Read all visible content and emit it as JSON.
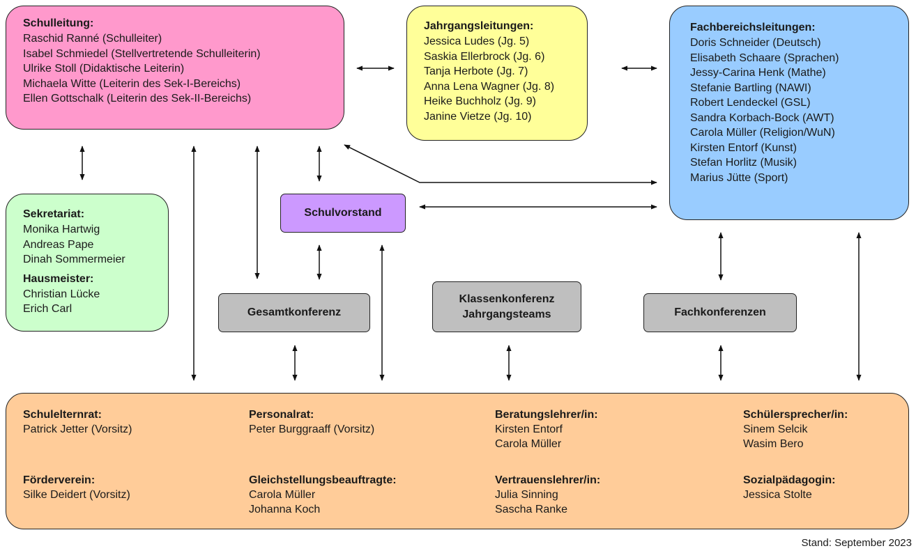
{
  "schulleitung": {
    "title": "Schulleitung:",
    "members": [
      "Raschid Ranné (Schulleiter)",
      "Isabel Schmiedel (Stellvertretende Schulleiterin)",
      "Ulrike Stoll (Didaktische Leiterin)",
      "Michaela Witte (Leiterin des Sek-I-Bereichs)",
      "Ellen Gottschalk (Leiterin des Sek-II-Bereichs)"
    ]
  },
  "jahrgangsleitungen": {
    "title": "Jahrgangsleitungen:",
    "members": [
      "Jessica Ludes (Jg. 5)",
      "Saskia Ellerbrock (Jg. 6)",
      "Tanja Herbote (Jg. 7)",
      "Anna Lena Wagner (Jg. 8)",
      "Heike Buchholz (Jg. 9)",
      "Janine Vietze (Jg. 10)"
    ]
  },
  "fachbereichsleitungen": {
    "title": "Fachbereichsleitungen:",
    "members": [
      "Doris Schneider (Deutsch)",
      "Elisabeth Schaare (Sprachen)",
      "Jessy-Carina Henk (Mathe)",
      "Stefanie Bartling (NAWI)",
      "Robert Lendeckel (GSL)",
      "Sandra Korbach-Bock (AWT)",
      "Carola Müller (Religion/WuN)",
      "Kirsten Entorf (Kunst)",
      "Stefan Horlitz (Musik)",
      "Marius Jütte (Sport)"
    ]
  },
  "sekretariat": {
    "title": "Sekretariat:",
    "members": [
      "Monika Hartwig",
      "Andreas Pape",
      "Dinah Sommermeier"
    ]
  },
  "hausmeister": {
    "title": "Hausmeister:",
    "members": [
      "Christian Lücke",
      "Erich Carl"
    ]
  },
  "schulvorstand": "Schulvorstand",
  "gesamtkonferenz": "Gesamtkonferenz",
  "klassenkonferenz": {
    "line1": "Klassenkonferenz",
    "line2": "Jahrgangsteams"
  },
  "fachkonferenzen": "Fachkonferenzen",
  "bottom": {
    "schulelternrat": {
      "title": "Schulelternrat:",
      "members": [
        "Patrick Jetter (Vorsitz)"
      ]
    },
    "personalrat": {
      "title": "Personalrat:",
      "members": [
        "Peter Burggraaff (Vorsitz)"
      ]
    },
    "beratungslehrer": {
      "title": "Beratungslehrer/in:",
      "members": [
        "Kirsten Entorf",
        "Carola Müller"
      ]
    },
    "schuelersprecher": {
      "title": "Schülersprecher/in:",
      "members": [
        "Sinem Selcik",
        "Wasim Bero"
      ]
    },
    "foerderverein": {
      "title": "Förderverein:",
      "members": [
        "Silke Deidert (Vorsitz)"
      ]
    },
    "gleichstellung": {
      "title": "Gleichstellungsbeauftragte:",
      "members": [
        "Carola Müller",
        "Johanna Koch"
      ]
    },
    "vertrauenslehrer": {
      "title": "Vertrauenslehrer/in:",
      "members": [
        "Julia Sinning",
        "Sascha Ranke"
      ]
    },
    "sozialpaedagogin": {
      "title": "Sozialpädagogin:",
      "members": [
        "Jessica Stolte"
      ]
    }
  },
  "stand": "Stand: September 2023",
  "colors": {
    "schulleitung": "#ff99cc",
    "jahrgangsleitungen": "#ffff99",
    "fachbereichsleitungen": "#99ccff",
    "sekretariat": "#ccffcc",
    "schulvorstand": "#cc99ff",
    "konferenzen": "#bfbfbf",
    "gremien": "#ffcc99"
  }
}
